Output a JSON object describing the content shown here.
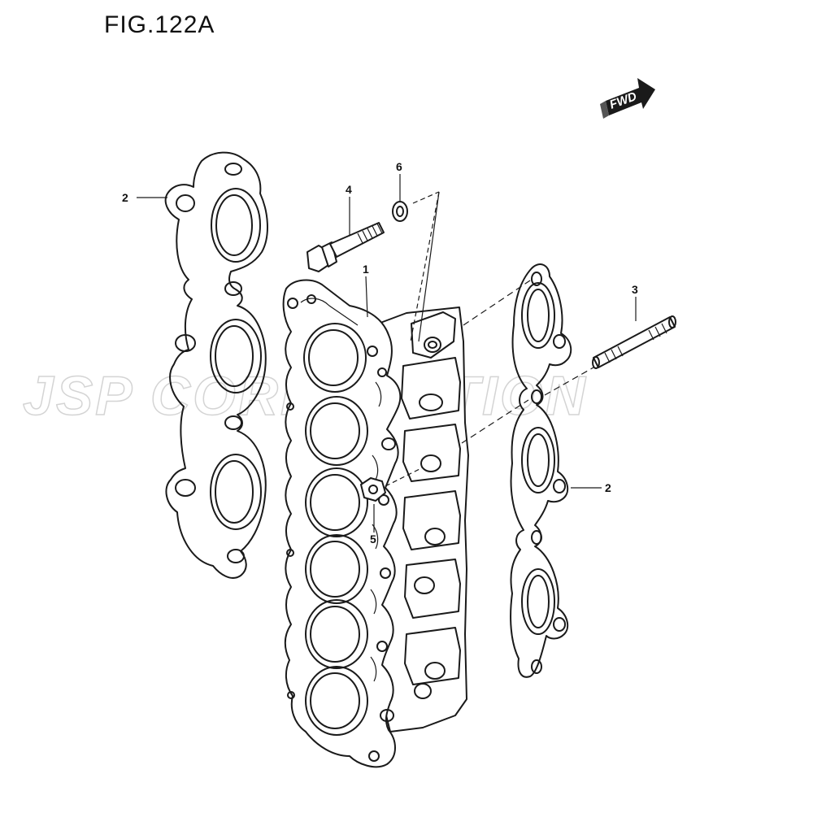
{
  "figure": {
    "title": "FIG.122A",
    "watermark": "JSP CORPORATION",
    "forward_label": "FWD"
  },
  "callouts": [
    {
      "id": "c1",
      "label": "1"
    },
    {
      "id": "c2a",
      "label": "2"
    },
    {
      "id": "c2b",
      "label": "2"
    },
    {
      "id": "c3",
      "label": "3"
    },
    {
      "id": "c4",
      "label": "4"
    },
    {
      "id": "c5",
      "label": "5"
    },
    {
      "id": "c6",
      "label": "6"
    }
  ]
}
